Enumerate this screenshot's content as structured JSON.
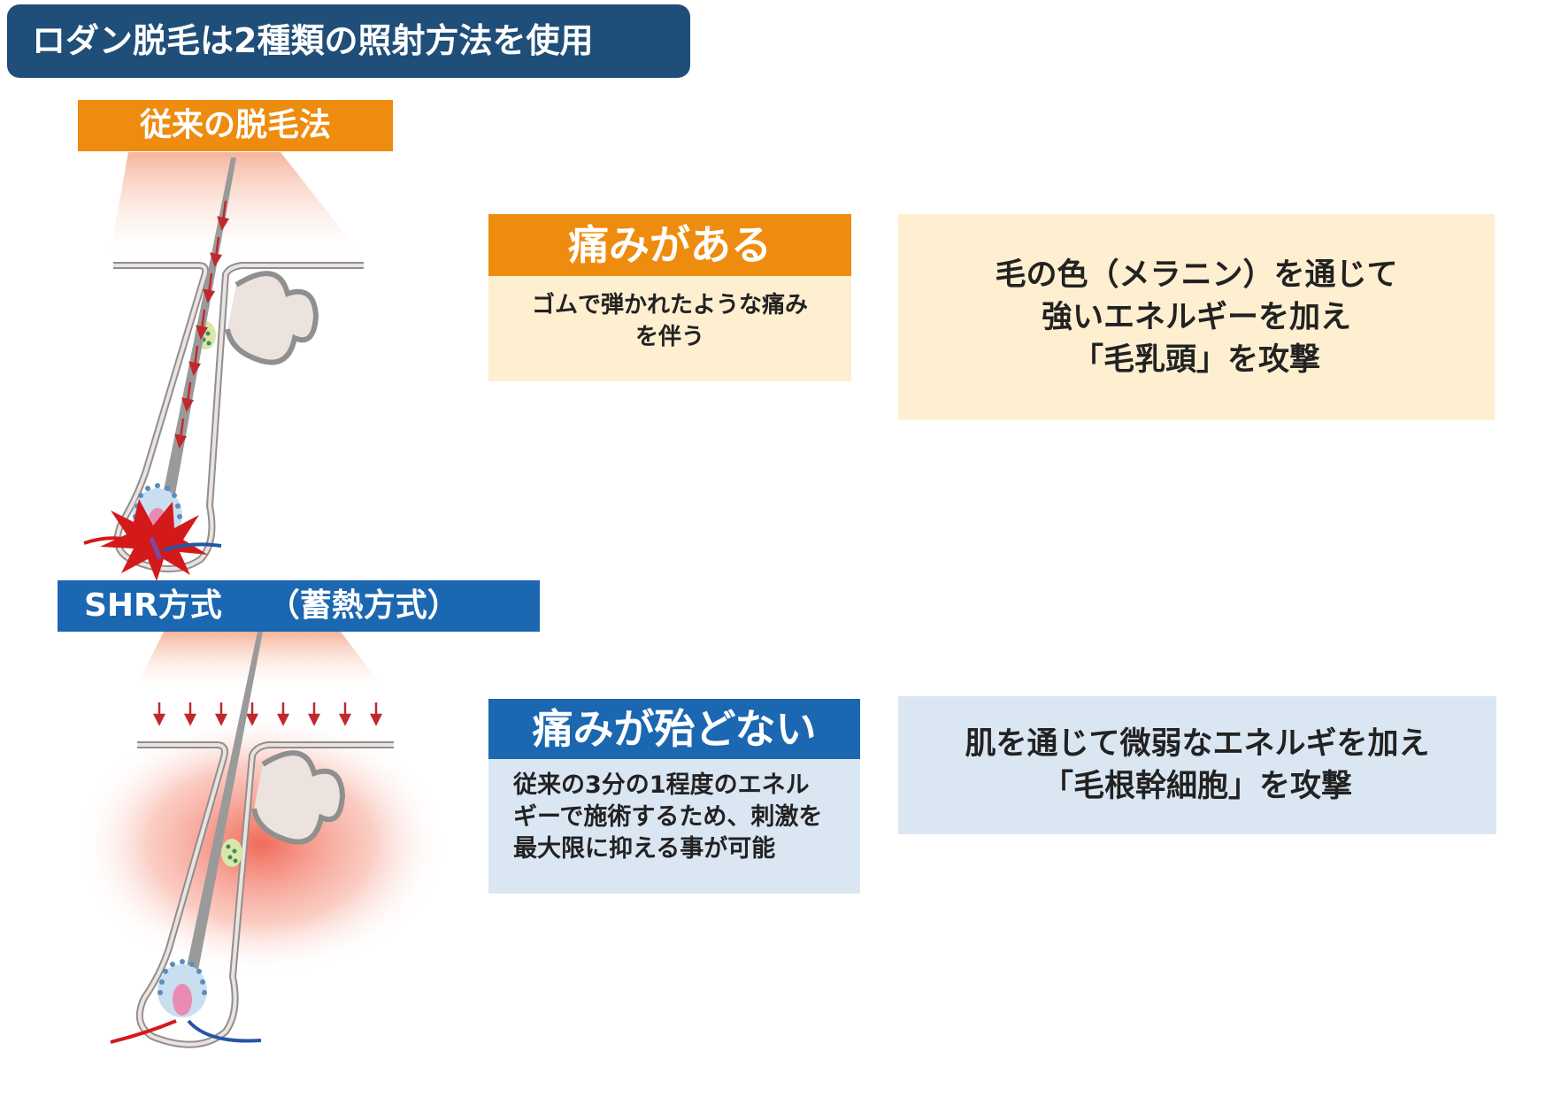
{
  "header": {
    "title": "ロダン脱毛は2種類の照射方法を使用"
  },
  "conventional": {
    "label": "従来の脱毛法",
    "pain_title": "痛みがある",
    "pain_text": [
      "ゴムで弾かれたような痛み",
      "を伴う"
    ],
    "description": [
      "毛の色（メラニン）を通じて",
      "強いエネルギーを加え",
      "「毛乳頭」を攻撃"
    ]
  },
  "shr": {
    "label_main": "SHR方式",
    "label_sub": "（蓄熱方式）",
    "pain_title": "痛みが殆どない",
    "pain_text": [
      "従来の3分の1程度のエネル",
      "ギーで施術するため、刺激を",
      "最大限に抑える事が可能"
    ],
    "description": [
      "肌を通じて微弱なエネルギを加え",
      "「毛根幹細胞」を攻撃"
    ]
  },
  "colors": {
    "title_bg": "#1f4e79",
    "orange": "#ee8c0f",
    "orange_light": "#fdefd0",
    "blue": "#1b67b1",
    "blue_light": "#dbe6f3",
    "arrow_red": "#c0282d"
  }
}
